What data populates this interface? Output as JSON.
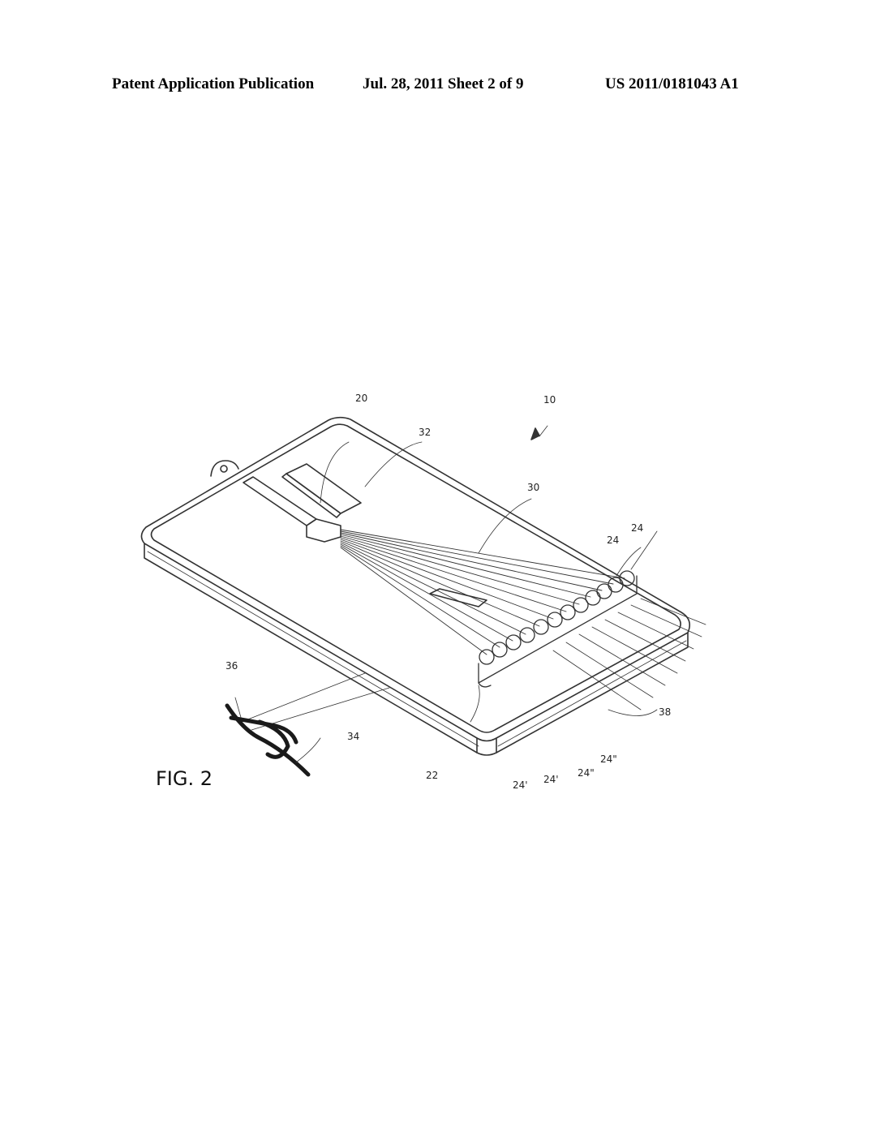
{
  "header": {
    "publication": "Patent Application Publication",
    "date_sheet": "Jul. 28, 2011   Sheet 2 of 9",
    "patent_number": "US 2011/0181043 A1"
  },
  "figure": {
    "caption": "FIG. 2",
    "refs": {
      "r10": "10",
      "r20": "20",
      "r32": "32",
      "r30": "30",
      "r24a": "24",
      "r24b": "24",
      "r36": "36",
      "r34": "34",
      "r22": "22",
      "r24p1": "24'",
      "r24p2": "24'",
      "r24pp1": "24\"",
      "r24pp2": "24\"",
      "r38": "38"
    }
  }
}
